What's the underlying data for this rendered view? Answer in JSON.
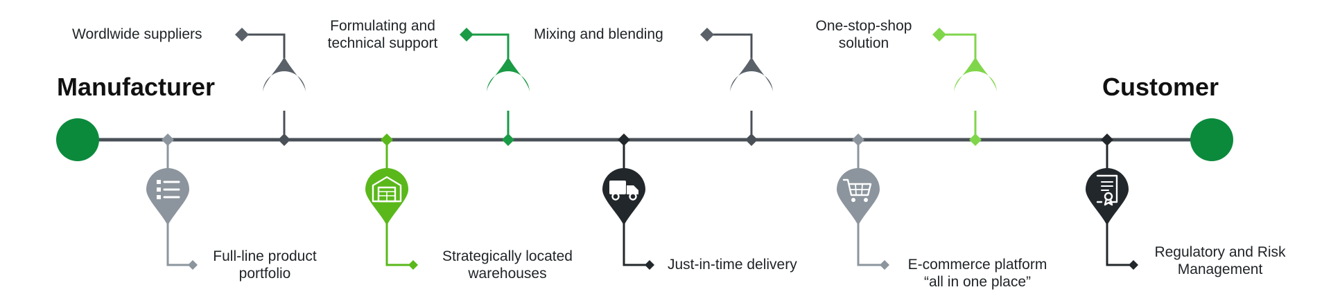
{
  "endpoints": {
    "start_label": "Manufacturer",
    "end_label": "Customer"
  },
  "colors": {
    "line": "#4a5057",
    "endpoint": "#0b8a3c",
    "dark_grey": "#5a6169",
    "light_grey": "#8c959d",
    "green": "#1a9b45",
    "lime": "#5ab81b",
    "light_green": "#7fd64a",
    "black": "#22272b"
  },
  "steps_top": [
    {
      "id": "suppliers",
      "label": "Wordlwide suppliers",
      "icon": "globe-icon",
      "color": "#5a6169"
    },
    {
      "id": "formulating",
      "label": "Formulating and\ntechnical support",
      "icon": "flask-icon",
      "color": "#1a9b45"
    },
    {
      "id": "mixing",
      "label": "Mixing and blending",
      "icon": "magic-wand-icon",
      "color": "#5a6169"
    },
    {
      "id": "one-stop",
      "label": "One-stop-shop\nsolution",
      "icon": "target-icon",
      "color": "#7fd64a"
    }
  ],
  "steps_bottom": [
    {
      "id": "portfolio",
      "label": "Full-line product\nportfolio",
      "icon": "list-icon",
      "color": "#8c959d"
    },
    {
      "id": "warehouses",
      "label": "Strategically located\nwarehouses",
      "icon": "warehouse-icon",
      "color": "#5ab81b"
    },
    {
      "id": "delivery",
      "label": "Just-in-time delivery",
      "icon": "truck-icon",
      "color": "#22272b"
    },
    {
      "id": "ecommerce",
      "label": "E-commerce platform\n“all in one place”",
      "icon": "cart-icon",
      "color": "#8c959d"
    },
    {
      "id": "regulatory",
      "label": "Regulatory and Risk\nManagement",
      "icon": "certificate-icon",
      "color": "#22272b"
    }
  ]
}
